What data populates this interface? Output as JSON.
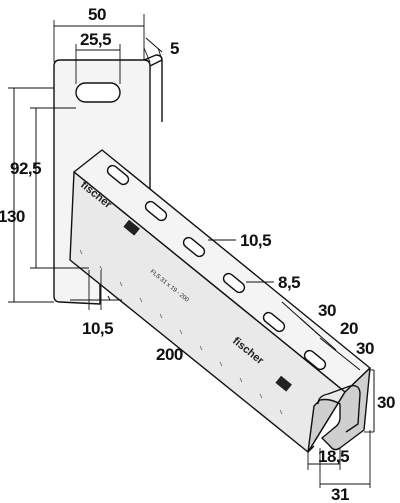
{
  "drawing": {
    "brand": "fischer",
    "product_code": "FLS 31 x 19 - 200"
  },
  "dimensions": {
    "width_top": "50",
    "slot_spacing": "25,5",
    "plate_thickness": "5",
    "height_total": "130",
    "height_slot": "92,5",
    "slot_length": "10,5",
    "slot_width": "8,5",
    "slot_pitch_a": "30",
    "slot_offset": "20",
    "slot_pitch_b": "30",
    "profile_height": "30",
    "arm_length": "200",
    "lower_slot_width": "10,5",
    "profile_inner": "18,5",
    "profile_width": "31"
  }
}
